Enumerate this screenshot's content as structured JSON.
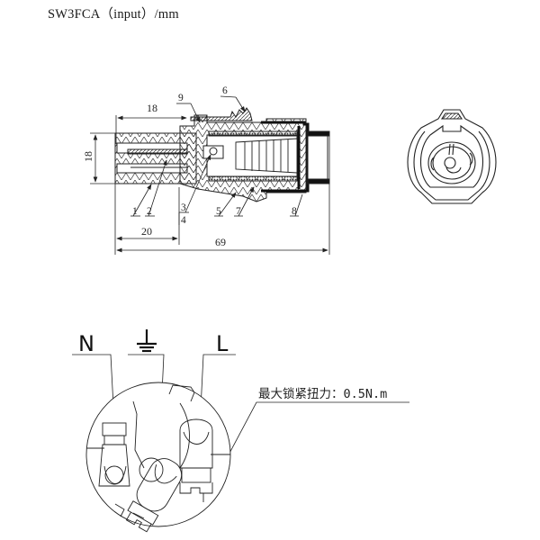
{
  "title": "SW3FCA（input）/mm",
  "side_view": {
    "dimensions": {
      "top_length": "18",
      "height": "18",
      "bottom_length": "20",
      "total_length": "69"
    },
    "part_labels": [
      "1",
      "2",
      "3",
      "4",
      "5",
      "6",
      "7",
      "8",
      "9"
    ]
  },
  "front_view": {
    "label": ""
  },
  "wiring_view": {
    "pins": {
      "neutral": "N",
      "earth": "⏚",
      "live": "L"
    },
    "torque_note": "最大锁紧扭力：0.5N.m"
  },
  "colors": {
    "line": "#222222",
    "background": "#ffffff"
  }
}
